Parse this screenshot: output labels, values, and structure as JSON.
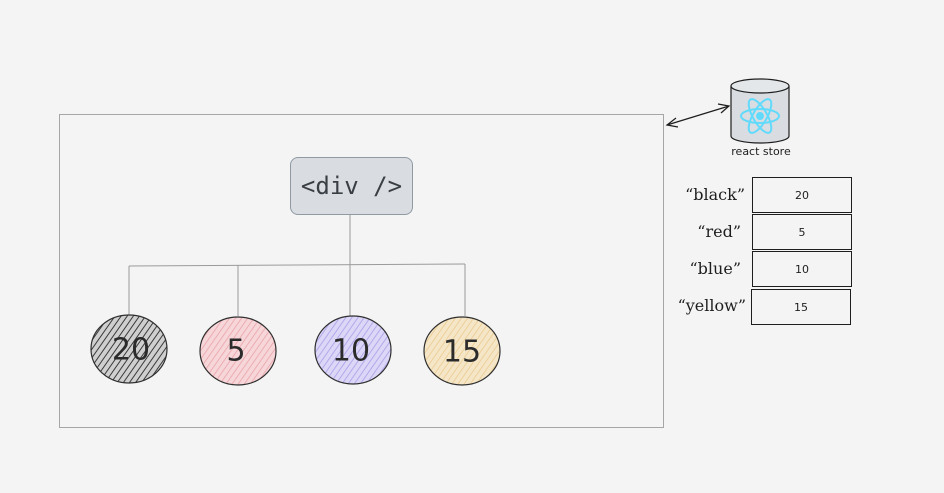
{
  "tree": {
    "root_label": "<div />",
    "children": [
      {
        "label": "20",
        "fill": "#3a3a3a",
        "bg": "#cfcfcf"
      },
      {
        "label": "5",
        "fill": "#e8a0a6",
        "bg": "#f6d6d9"
      },
      {
        "label": "10",
        "fill": "#a99ae6",
        "bg": "#dcd6f7"
      },
      {
        "label": "15",
        "fill": "#e9c98c",
        "bg": "#f5e6c8"
      }
    ]
  },
  "store": {
    "label": "react store",
    "icon_color": "#61dafb",
    "entries": [
      {
        "key": "“black”",
        "value": "20"
      },
      {
        "key": "“red”",
        "value": "5"
      },
      {
        "key": "“blue”",
        "value": "10"
      },
      {
        "key": "“yellow”",
        "value": "15"
      }
    ]
  }
}
